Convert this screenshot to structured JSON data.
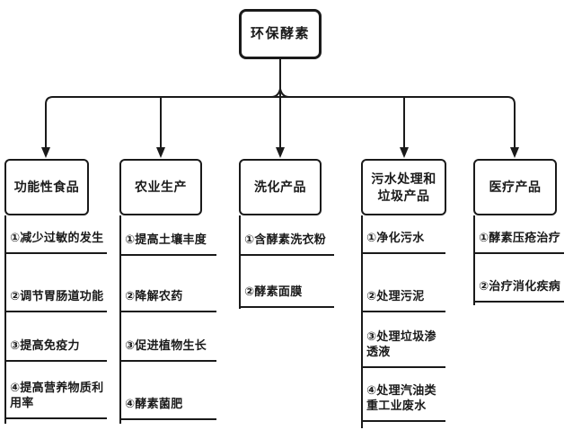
{
  "diagram": {
    "root": {
      "label": "环保酵素"
    },
    "branches": [
      {
        "label": "功能性食品",
        "items": [
          "①减少过敏的发生",
          "②调节胃肠道功能",
          "③提高免疫力",
          "④提高营养物质利用率"
        ]
      },
      {
        "label": "农业生产",
        "items": [
          "①提高土壤丰度",
          "②降解农药",
          "③促进植物生长",
          "④酵素菌肥"
        ]
      },
      {
        "label": "洗化产品",
        "items": [
          "①含酵素洗衣粉",
          "②酵素面膜"
        ]
      },
      {
        "label": "污水处理和垃圾产品",
        "items": [
          "①净化污水",
          "②处理污泥",
          "③处理垃圾渗透液",
          "④处理汽油类重工业废水"
        ]
      },
      {
        "label": "医疗产品",
        "items": [
          "①酵素压疮治疗",
          "②治疗消化疾病"
        ]
      }
    ],
    "colors": {
      "line": "#1a1a1a",
      "text": "#1a1a1a",
      "background": "#ffffff"
    }
  }
}
